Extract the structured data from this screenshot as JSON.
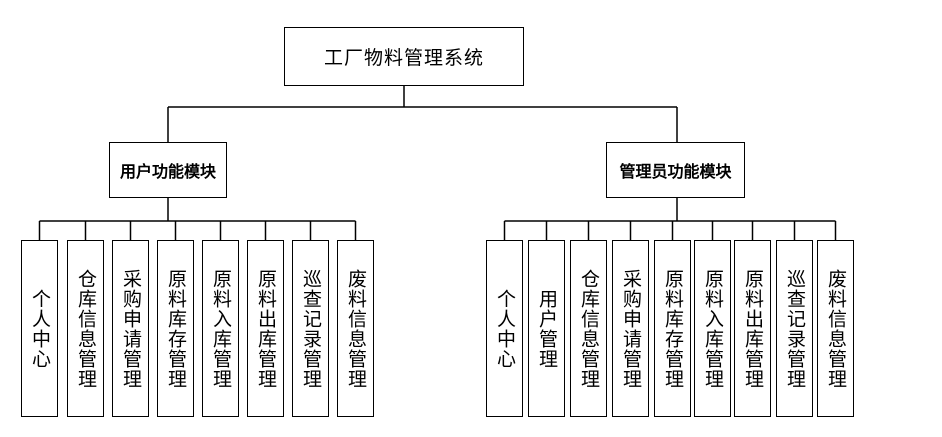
{
  "root": {
    "label": "工厂物料管理系统"
  },
  "modules": [
    {
      "label": "用户功能模块",
      "children": [
        "个人中心",
        "仓库信息管理",
        "采购申请管理",
        "原料库存管理",
        "原料入库管理",
        "原料出库管理",
        "巡查记录管理",
        "废料信息管理"
      ]
    },
    {
      "label": "管理员功能模块",
      "children": [
        "个人中心",
        "用户管理",
        "仓库信息管理",
        "采购申请管理",
        "原料库存管理",
        "原料入库管理",
        "原料出库管理",
        "巡查记录管理",
        "废料信息管理"
      ]
    }
  ]
}
